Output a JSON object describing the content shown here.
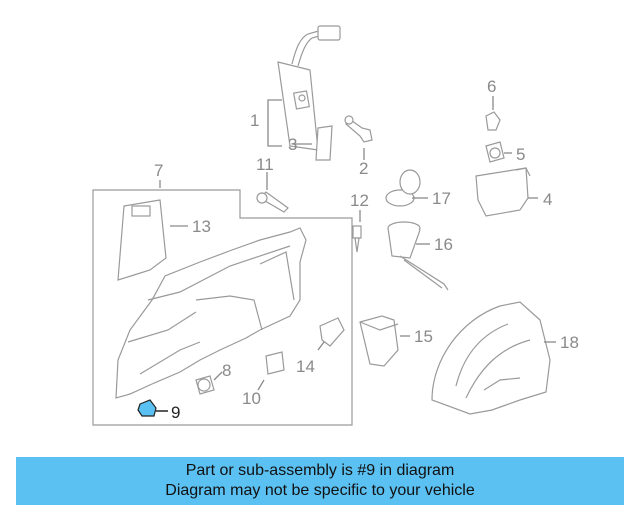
{
  "diagram": {
    "callouts": [
      "1",
      "2",
      "3",
      "4",
      "5",
      "6",
      "7",
      "8",
      "9",
      "10",
      "11",
      "12",
      "13",
      "14",
      "15",
      "16",
      "17",
      "18"
    ],
    "highlighted_part": "9",
    "highlight_color": "#5bc0f2"
  },
  "banner": {
    "line1": "Part or sub-assembly is #9 in diagram",
    "line2": "Diagram may not be specific to your vehicle",
    "background": "#5bc0f2"
  }
}
